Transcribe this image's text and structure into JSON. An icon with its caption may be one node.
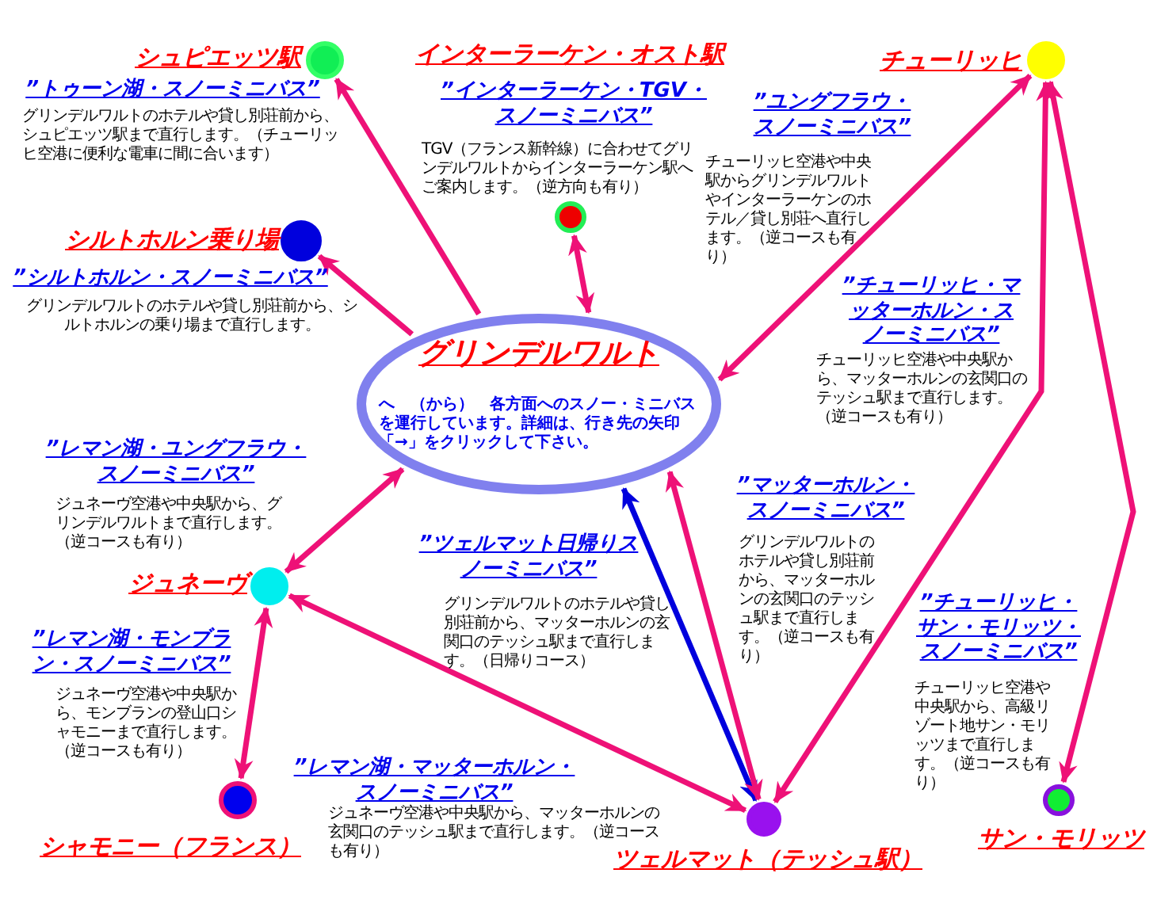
{
  "diagram": {
    "nodes": [
      {
        "text": [
          "グリンデルワルト",
          "へ　（から）　各方面へのスノー・ミニバスを運行しています。詳細は、行き先の矢印「→」をクリックして下さい。"
        ]
      },
      {
        "text": [],
        "shape": "circle",
        "beside": [
          "シュピエッツ駅",
          "”トゥーン湖・スノーミニバス”"
        ]
      },
      {
        "text": [],
        "shape": "circle",
        "beside": [
          "”インターラーケン・TGV・スノーミニバス”",
          "TGV（フランス新幹線）に合わせてグリンデルワルトからインターラーケン駅へご案内します。（逆方向も有り）"
        ]
      },
      {
        "text": [],
        "shape": "circle",
        "beside": [
          "チューリッヒ"
        ]
      },
      {
        "text": [],
        "shape": "circle",
        "beside": [
          "シルトホルン乗り場",
          "”シルトホルン・スノーミニバス”"
        ]
      },
      {
        "text": [],
        "shape": "circle",
        "beside": [
          "ジュネーヴ"
        ]
      },
      {
        "text": [],
        "shape": "circle",
        "beside": [
          "シャモニー（フランス）"
        ]
      },
      {
        "text": [],
        "shape": "circle",
        "beside": [
          "ツェルマット（テッシュ駅）"
        ]
      },
      {
        "text": [],
        "shape": "circle",
        "beside": [
          "サン・モリッツ"
        ]
      }
    ],
    "edges": [
      {
        "from": 0,
        "to": 1,
        "arrow": "to"
      },
      {
        "from": 0,
        "to": 4,
        "arrow": "to"
      },
      {
        "from": 0,
        "to": 2,
        "arrow": "both"
      },
      {
        "from": 0,
        "to": 3,
        "arrow": "both"
      },
      {
        "from": 0,
        "to": 5,
        "arrow": "both"
      },
      {
        "from": 0,
        "to": 7,
        "arrow": "both",
        "color": "#0000dd"
      },
      {
        "from": 0,
        "to": 7,
        "arrow": "both"
      },
      {
        "from": 5,
        "to": 6,
        "arrow": "both"
      },
      {
        "from": 5,
        "to": 7,
        "arrow": "both"
      },
      {
        "from": 3,
        "to": 7,
        "arrow": "both"
      },
      {
        "from": 3,
        "to": 8,
        "arrow": "both"
      }
    ],
    "labels": [
      "インターラーケン・オスト駅",
      "グリンデルワルトのホテルや貸し別荘前から、シュピエッツ駅まで直行します。（チューリッヒ空港に便利な電車に間に合います）",
      "”ユングフラウ・スノーミニバス”",
      "チューリッヒ空港や中央駅からグリンデルワルトやインターラーケンのホテル／貸し別荘へ直行します。（逆コースも有り）",
      "グリンデルワルトのホテルや貸し別荘前から、シルトホルンの乗り場まで直行します。",
      "”チューリッヒ・マッターホルン・スノーミニバス”",
      "チューリッヒ空港や中央駅から、マッターホルンの玄関口のテッシュ駅まで直行します。（逆コースも有り）",
      "”レマン湖・ユングフラウ・スノーミニバス”",
      "ジュネーヴ空港や中央駅から、グリンデルワルトまで直行します。（逆コースも有り）",
      "”マッターホルン・スノーミニバス”",
      "グリンデルワルトのホテルや貸し別荘前から、マッターホルンの玄関口のテッシュ駅まで直行します。（逆コースも有り）",
      "”ツェルマット日帰りスノーミニバス”",
      "グリンデルワルトのホテルや貸し別荘前から、マッターホルンの玄関口のテッシュ駅まで直行します。（日帰りコース）",
      "”チューリッヒ・サン・モリッツ・スノーミニバス”",
      "チューリッヒ空港や中央駅から、高級リゾート地サン・モリッツまで直行します。（逆コースも有り）",
      "”レマン湖・モンブラン・スノーミニバス”",
      "ジュネーヴ空港や中央駅から、モンブランの登山口シャモニーまで直行します。（逆コースも有り）",
      "”レマン湖・マッターホルン・スノーミニバス”",
      "ジュネーヴ空港や中央駅から、マッターホルンの玄関口のテッシュ駅まで直行します。（逆コースも有り）"
    ]
  }
}
